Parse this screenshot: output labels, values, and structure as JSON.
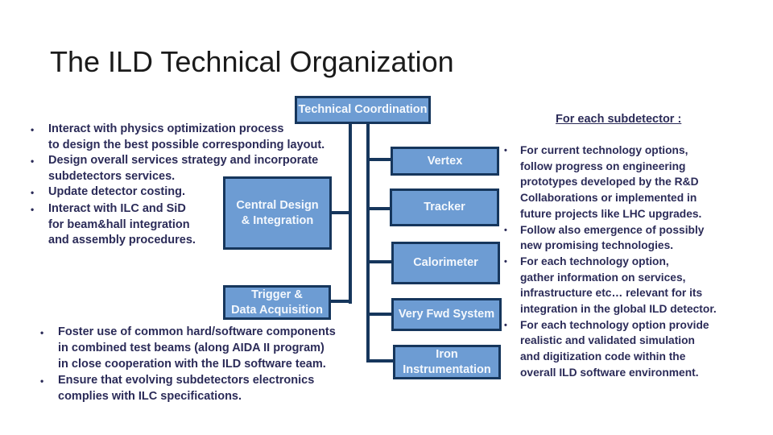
{
  "slide": {
    "title": "The ILD Technical Organization"
  },
  "glyphs": {
    "bullet": "•"
  },
  "colors": {
    "box_fill": "#6d9cd3",
    "box_border": "#16365c",
    "connector": "#16365c",
    "body_text": "#2b2b58",
    "box_text": "#f4f8fd",
    "title_text": "#1b1b1b",
    "background": "#ffffff"
  },
  "org_chart": {
    "root": "Technical Coordination",
    "central_design": "Central Design\n& Integration",
    "trigger_daq": "Trigger &\nData Acquisition",
    "subdetectors": [
      "Vertex",
      "Tracker",
      "Calorimeter",
      "Very Fwd System",
      "Iron\nInstrumentation"
    ]
  },
  "left_top_list": {
    "items": [
      "Interact with physics optimization process\nto design the best possible corresponding layout.",
      "Design overall services strategy and incorporate\nsubdetectors services.",
      "Update detector costing.",
      "Interact with ILC and SiD\nfor beam&hall integration\nand assembly procedures."
    ]
  },
  "bottom_left_list": {
    "items": [
      "Foster use of common hard/software components\nin combined test beams  (along AIDA II program)\nin close cooperation with the ILD software team.",
      "Ensure that evolving subdetectors electronics\ncomplies with ILC specifications."
    ]
  },
  "right_panel": {
    "heading": "For each subdetector :",
    "items": [
      "For current technology options,\nfollow progress on engineering\nprototypes developed by the R&D\nCollaborations or implemented in\nfuture projects like LHC upgrades.",
      "Follow also emergence of possibly\nnew promising technologies.",
      "For each technology option,\ngather information on services,\ninfrastructure etc… relevant for its\nintegration in the global ILD  detector.",
      "For each technology option provide\nrealistic and validated simulation\nand digitization code within the\noverall ILD software environment."
    ]
  }
}
